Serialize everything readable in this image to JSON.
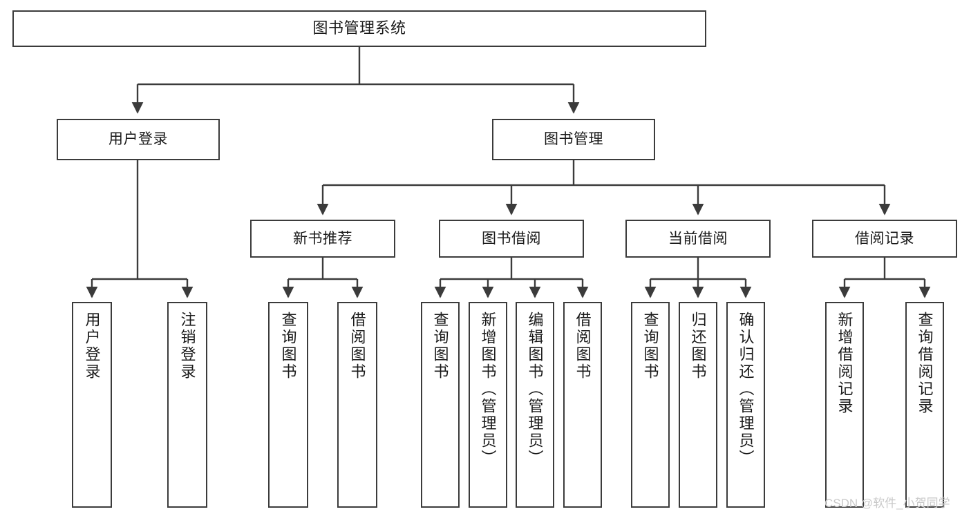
{
  "diagram": {
    "type": "tree",
    "title": "图书管理系统",
    "orientation": "top-down",
    "line_color": "#3b3b3b",
    "box_fill": "#ffffff",
    "text_color": "#1a1a1a"
  },
  "watermark": {
    "text": "CSDN @软件_小贺同学",
    "color": "#c9c9c9"
  },
  "nodes": {
    "root": {
      "label": "图书管理系统",
      "level": 1
    },
    "l2": [
      {
        "id": "user_login",
        "label": "用户登录"
      },
      {
        "id": "book_mgmt",
        "label": "图书管理"
      }
    ],
    "l3": [
      {
        "id": "new_book_rec",
        "label": "新书推荐"
      },
      {
        "id": "book_borrow",
        "label": "图书借阅"
      },
      {
        "id": "current_borrow",
        "label": "当前借阅"
      },
      {
        "id": "borrow_record",
        "label": "借阅记录"
      }
    ],
    "leaves": [
      {
        "id": "leaf_user_login",
        "label": "用户登录"
      },
      {
        "id": "leaf_user_logout",
        "label": "注销登录"
      },
      {
        "id": "leaf_query_book_1",
        "label": "查询图书"
      },
      {
        "id": "leaf_borrow_book_1",
        "label": "借阅图书"
      },
      {
        "id": "leaf_query_book_2",
        "label": "查询图书"
      },
      {
        "id": "leaf_add_book",
        "label": "新增图书（管理员）"
      },
      {
        "id": "leaf_edit_book",
        "label": "编辑图书（管理员）"
      },
      {
        "id": "leaf_borrow_book_2",
        "label": "借阅图书"
      },
      {
        "id": "leaf_query_book_3",
        "label": "查询图书"
      },
      {
        "id": "leaf_return_book",
        "label": "归还图书"
      },
      {
        "id": "leaf_confirm_return",
        "label": "确认归还（管理员）"
      },
      {
        "id": "leaf_add_record",
        "label": "新增借阅记录"
      },
      {
        "id": "leaf_query_record",
        "label": "查询借阅记录"
      }
    ]
  },
  "edges": [
    {
      "from": "root",
      "to": "user_login"
    },
    {
      "from": "root",
      "to": "book_mgmt"
    },
    {
      "from": "user_login",
      "to": "leaf_user_login"
    },
    {
      "from": "user_login",
      "to": "leaf_user_logout"
    },
    {
      "from": "book_mgmt",
      "to": "new_book_rec"
    },
    {
      "from": "book_mgmt",
      "to": "book_borrow"
    },
    {
      "from": "book_mgmt",
      "to": "current_borrow"
    },
    {
      "from": "book_mgmt",
      "to": "borrow_record"
    },
    {
      "from": "new_book_rec",
      "to": "leaf_query_book_1"
    },
    {
      "from": "new_book_rec",
      "to": "leaf_borrow_book_1"
    },
    {
      "from": "book_borrow",
      "to": "leaf_query_book_2"
    },
    {
      "from": "book_borrow",
      "to": "leaf_add_book"
    },
    {
      "from": "book_borrow",
      "to": "leaf_edit_book"
    },
    {
      "from": "book_borrow",
      "to": "leaf_borrow_book_2"
    },
    {
      "from": "current_borrow",
      "to": "leaf_query_book_3"
    },
    {
      "from": "current_borrow",
      "to": "leaf_return_book"
    },
    {
      "from": "current_borrow",
      "to": "leaf_confirm_return"
    },
    {
      "from": "borrow_record",
      "to": "leaf_add_record"
    },
    {
      "from": "borrow_record",
      "to": "leaf_query_record"
    }
  ]
}
